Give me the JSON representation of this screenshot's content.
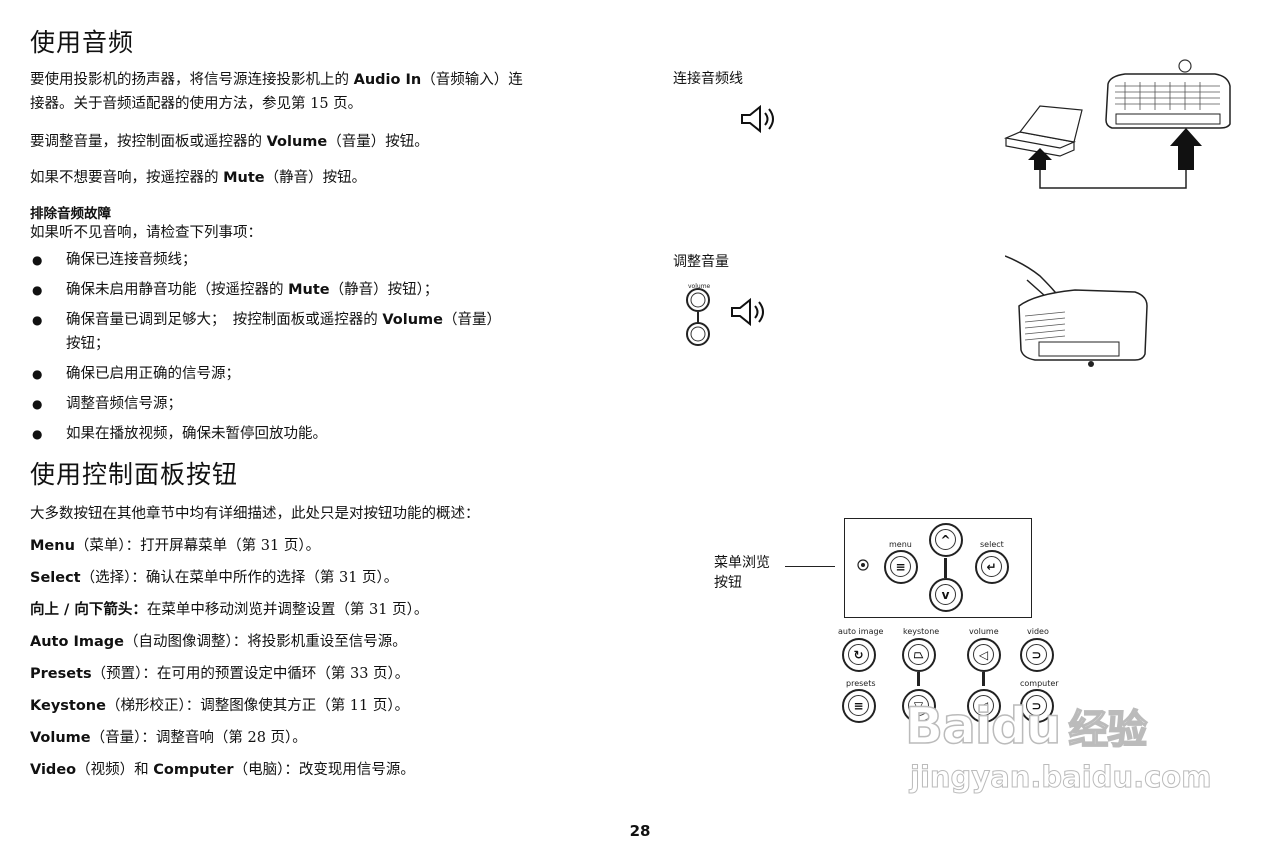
{
  "section_audio": {
    "title": "使用音频",
    "p1_before": "要使用投影机的扬声器，将信号源连接投影机上的",
    "p1_bold": "Audio In",
    "p1_after": "（音频输入）连",
    "p1_line2": "接器。关于音频适配器的使用方法，参见第 15 页。",
    "p2_before": "要调整音量，按控制面板或遥控器的",
    "p2_bold": "Volume",
    "p2_after": "（音量）按钮。",
    "p3_before": "如果不想要音响，按遥控器的",
    "p3_bold": "Mute",
    "p3_after": "（静音）按钮。",
    "troubleshoot_title": "排除音频故障",
    "troubleshoot_intro": "如果听不见音响，请检查下列事项：",
    "bullets": {
      "b1": "确保已连接音频线；",
      "b2_before": "确保未启用静音功能（按遥控器的",
      "b2_bold": "Mute",
      "b2_after": "（静音）按钮）；",
      "b3_before": "确保音量已调到足够大；　按控制面板或遥控器的",
      "b3_bold": "Volume",
      "b3_after": "（音量）",
      "b3_line2": "按钮；",
      "b4": "确保已启用正确的信号源；",
      "b5": "调整音频信号源；",
      "b6": "如果在播放视频，确保未暂停回放功能。"
    }
  },
  "section_panel": {
    "title": "使用控制面板按钮",
    "intro": "大多数按钮在其他章节中均有详细描述，此处只是对按钮功能的概述：",
    "items": {
      "menu_b": "Menu",
      "menu_t": "（菜单）：打开屏幕菜单（第 31 页）。",
      "select_b": "Select",
      "select_t": "（选择）：确认在菜单中所作的选择（第 31 页）。",
      "arrows_b": "向上 / 向下箭头：",
      "arrows_t": "在菜单中移动浏览并调整设置（第 31 页）。",
      "auto_b": "Auto Image",
      "auto_t": "（自动图像调整）：将投影机重设至信号源。",
      "presets_b": "Presets",
      "presets_t": "（预置）：在可用的预置设定中循环（第 33 页）。",
      "keystone_b": "Keystone",
      "keystone_t": "（梯形校正）：调整图像使其方正（第 11 页）。",
      "volume_b": "Volume",
      "volume_t": "（音量）：调整音响（第 28 页）。",
      "video_b": "Video",
      "video_mid": "（视频）和",
      "computer_b": "Computer",
      "computer_t": "（电脑）：改变现用信号源。"
    }
  },
  "figures": {
    "connect_label": "连接音频线",
    "adjust_label": "调整音量",
    "volume_small": "volume",
    "menu_nav_label_1": "菜单浏览",
    "menu_nav_label_2": "按钮",
    "panel": {
      "menu": "menu",
      "select": "select",
      "auto_image": "auto image",
      "keystone": "keystone",
      "volume": "volume",
      "video": "video",
      "presets": "presets",
      "computer": "computer"
    }
  },
  "page_number": "28",
  "watermark": {
    "brand": "Baidu",
    "brand_cn": "经验",
    "url": "jingyan.baidu.com"
  }
}
